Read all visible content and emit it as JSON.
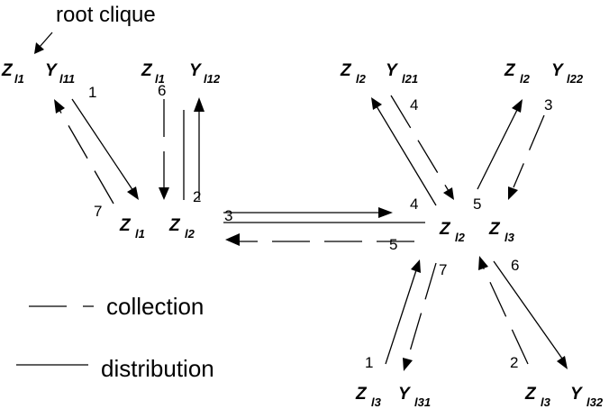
{
  "annotation": {
    "root": "root clique"
  },
  "cliques": {
    "l1_y11": {
      "z": "Z",
      "z_sub": "l1",
      "y": "Y",
      "y_sub": "l11"
    },
    "l1_y12": {
      "z": "Z",
      "z_sub": "l1",
      "y": "Y",
      "y_sub": "l12"
    },
    "l_sep": {
      "z1": "Z",
      "z1_sub": "l1",
      "z2": "Z",
      "z2_sub": "l2"
    },
    "l2_y21": {
      "z": "Z",
      "z_sub": "l2",
      "y": "Y",
      "y_sub": "l21"
    },
    "l2_y22": {
      "z": "Z",
      "z_sub": "l2",
      "y": "Y",
      "y_sub": "l22"
    },
    "r_sep": {
      "z1": "Z",
      "z1_sub": "l2",
      "z2": "Z",
      "z2_sub": "l3"
    },
    "l3_y31": {
      "z": "Z",
      "z_sub": "l3",
      "y": "Y",
      "y_sub": "l31"
    },
    "l3_y32": {
      "z": "Z",
      "z_sub": "l3",
      "y": "Y",
      "y_sub": "l32"
    }
  },
  "steps": {
    "s1": "1",
    "s7a": "7",
    "s6a": "6",
    "s2a": "2",
    "s3": "3",
    "s5a": "5",
    "s4a": "4",
    "s4b": "4",
    "s3b": "3",
    "s5b": "5",
    "s1b": "1",
    "s7b": "7",
    "s2b": "2",
    "s6b": "6"
  },
  "legend": {
    "collection": "collection",
    "distribution": "distribution"
  }
}
